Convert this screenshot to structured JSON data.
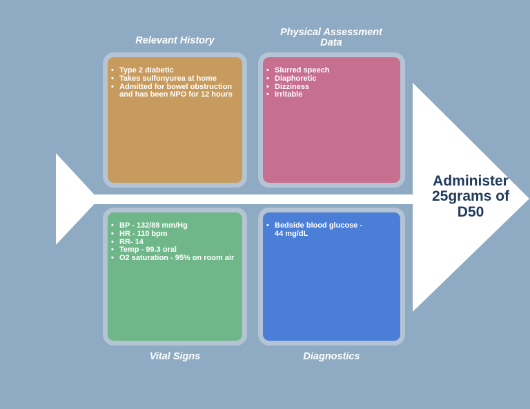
{
  "diagram": {
    "type": "cause-and-effect arrow diagram",
    "conclusion": "Administer 25grams of D50",
    "sections": [
      {
        "id": "relevant-history",
        "title": "Relevant History",
        "label_position": "above-box",
        "fill": "#c79b5e",
        "items": [
          "Type 2 diabetic",
          "Takes sulfonyurea at home",
          "Admitted for bowel obstruction and has been NPO for 12 hours"
        ]
      },
      {
        "id": "physical-assessment-data",
        "title": "Physical Assessment Data",
        "label_position": "above-box",
        "fill": "#c76f8f",
        "items": [
          "Slurred speech",
          "Diaphoretic",
          "Dizziness",
          "Irritable"
        ]
      },
      {
        "id": "vital-signs",
        "title": "Vital Signs",
        "label_position": "below-box",
        "fill": "#6fb789",
        "items": [
          "BP - 132/88 mm/Hg",
          "HR - 110 bpm",
          "RR- 14",
          "Temp - 99.3 oral",
          "O2 saturation - 95% on room air"
        ]
      },
      {
        "id": "diagnostics",
        "title": "Diagnostics",
        "label_position": "below-box",
        "fill": "#4a7ed7",
        "items": [
          "Bedside blood glucose - 44 mg/dL"
        ]
      }
    ],
    "colors": {
      "background": "#8eabc3",
      "box_border": "#b5c4d4",
      "arrow": "#ffffff",
      "section_text": "#ffffff",
      "conclusion_text": "#203a5c"
    }
  }
}
